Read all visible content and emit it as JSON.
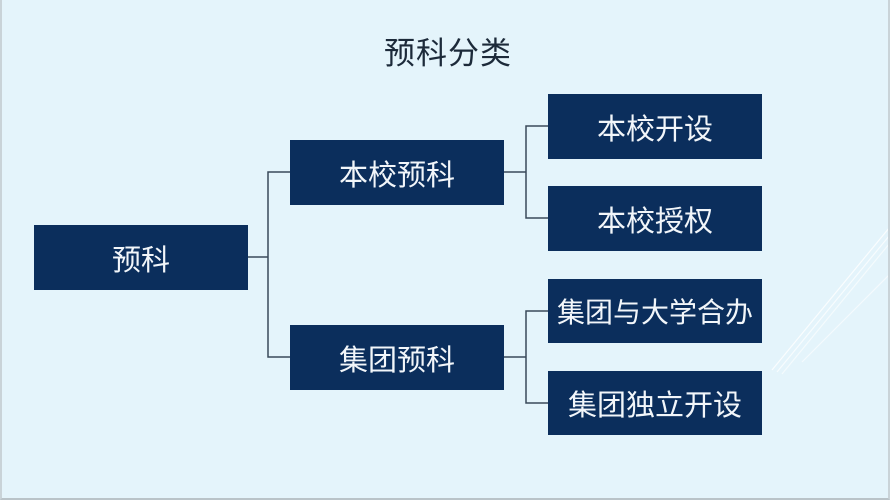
{
  "title": "预科分类",
  "colors": {
    "background": "#e4f4fb",
    "node_fill": "#0b2e5c",
    "node_text": "#f2f6fa",
    "connector": "#3a4a5a"
  },
  "tree": {
    "root": "预科",
    "children": [
      {
        "label": "本校预科",
        "children": [
          "本校开设",
          "本校授权"
        ]
      },
      {
        "label": "集团预科",
        "children": [
          "集团与大学合办",
          "集团独立开设"
        ]
      }
    ]
  }
}
